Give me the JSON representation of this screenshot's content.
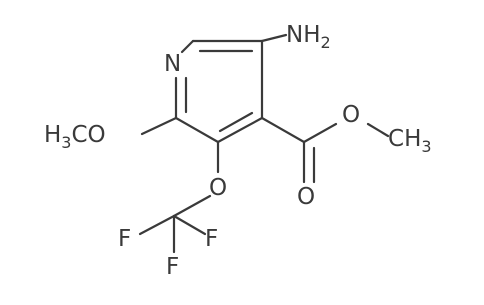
{
  "molecule": {
    "labels": {
      "amine": "NH2",
      "ring_nitrogen": "N",
      "methoxy": "H3CO",
      "ester_ether_oxygen": "O",
      "ester_methyl": "CH3",
      "carbonyl_oxygen": "O",
      "trifluoromethoxy_oxygen": "O",
      "fluorine_left": "F",
      "fluorine_right": "F",
      "fluorine_bottom": "F"
    }
  }
}
